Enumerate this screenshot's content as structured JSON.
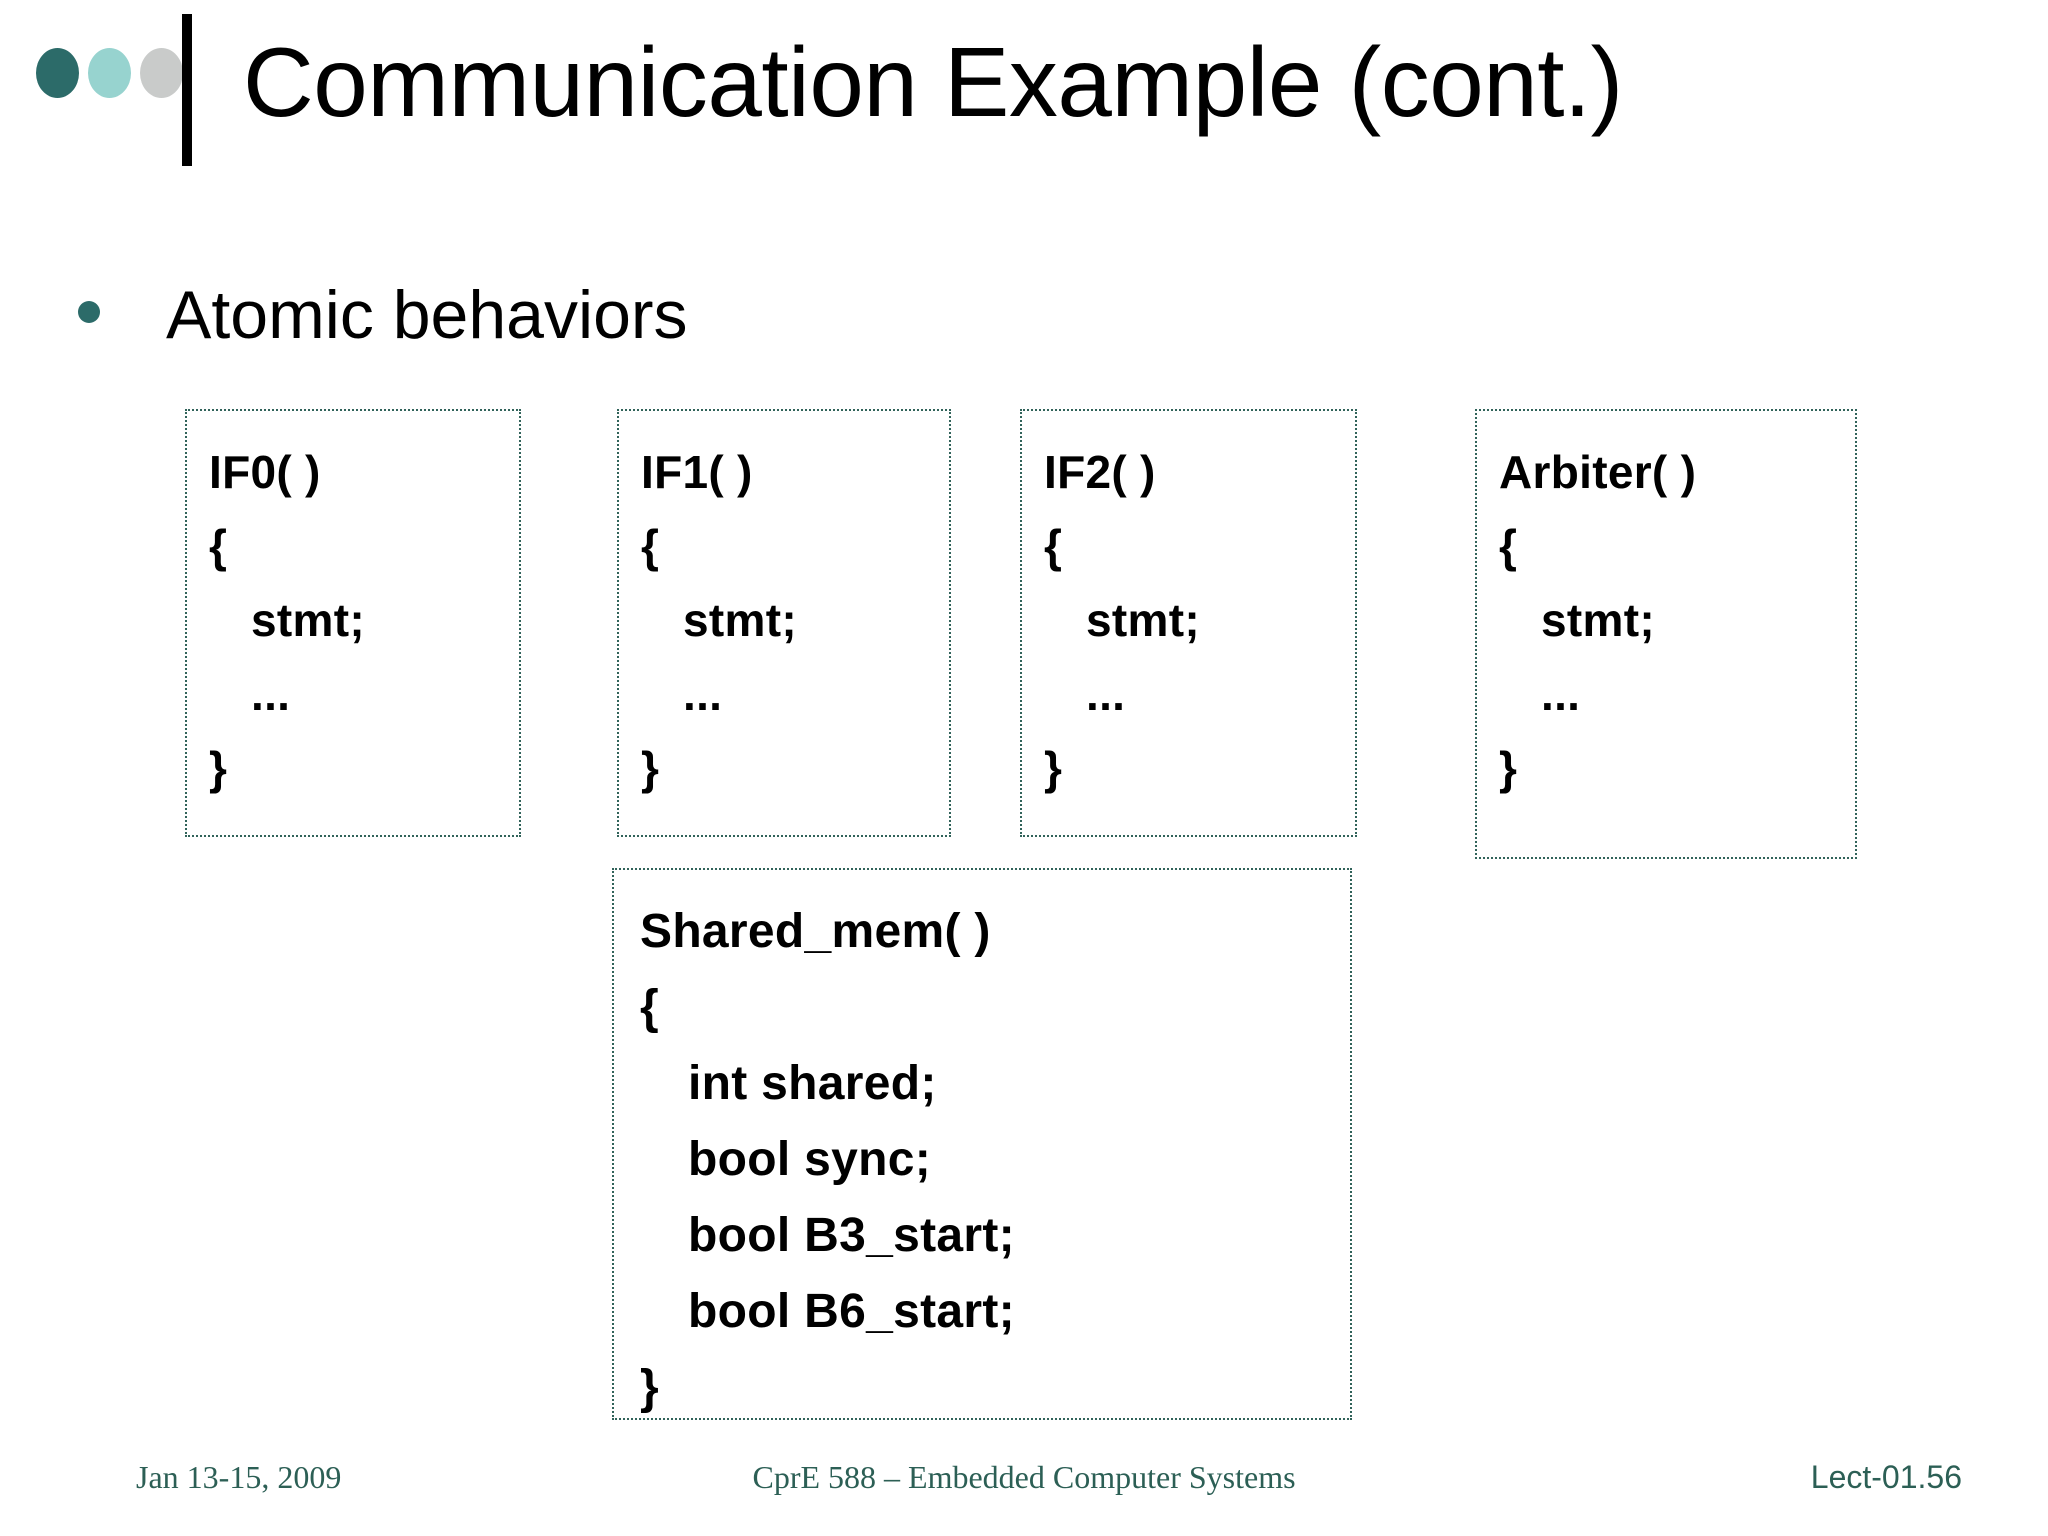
{
  "slide": {
    "title": "Communication Example (cont.)",
    "bullet": "Atomic behaviors",
    "bullet_marker_icon": "bullet-dot-icon"
  },
  "logo": {
    "dot1_color": "#2C6B69",
    "dot2_color": "#97D3CF",
    "dot3_color": "#C9CBCA",
    "rule_color": "#000000"
  },
  "theme": {
    "accent": "#2C6B69",
    "box_border": "#31635A",
    "footer_text": "#2C5F55",
    "body_text": "#000000",
    "background": "#FFFFFF"
  },
  "boxes": [
    {
      "id": "IF0",
      "lines": [
        "IF0( )",
        "{",
        "stmt;",
        "...",
        "}"
      ]
    },
    {
      "id": "IF1",
      "lines": [
        "IF1( )",
        "{",
        "stmt;",
        "...",
        "}"
      ]
    },
    {
      "id": "IF2",
      "lines": [
        "IF2( )",
        "{",
        "stmt;",
        "...",
        "}"
      ]
    },
    {
      "id": "Arbiter",
      "lines": [
        "Arbiter( )",
        "{",
        "stmt;",
        "...",
        "}"
      ]
    },
    {
      "id": "Shared_mem",
      "lines": [
        "Shared_mem( )",
        "{",
        "int shared;",
        "bool sync;",
        "bool B3_start;",
        "bool B6_start;",
        "}"
      ]
    }
  ],
  "footer": {
    "date": "Jan 13-15, 2009",
    "course": "CprE 588 – Embedded Computer Systems",
    "lecture": "Lect-01.56"
  }
}
